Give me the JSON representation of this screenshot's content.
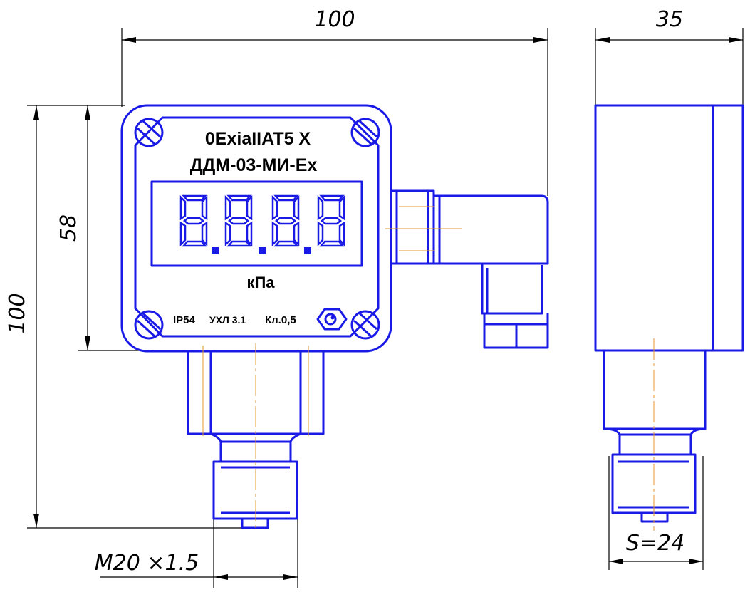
{
  "dimensions": {
    "width_front": "100",
    "width_side": "35",
    "height_total": "100",
    "height_body": "58",
    "thread": "M20 ×1.5",
    "wrench": "S=24"
  },
  "device": {
    "ex_marking": "0ExiaIIAT5 X",
    "model": "ДДМ-03-МИ-Ex",
    "unit": "кПа",
    "ip_rating": "IP54",
    "climate": "УХЛ 3.1",
    "accuracy": "Кл.0,5"
  },
  "colors": {
    "outline": "#1a1ae6",
    "centerline": "#e39a2e",
    "dimension": "#000000"
  }
}
